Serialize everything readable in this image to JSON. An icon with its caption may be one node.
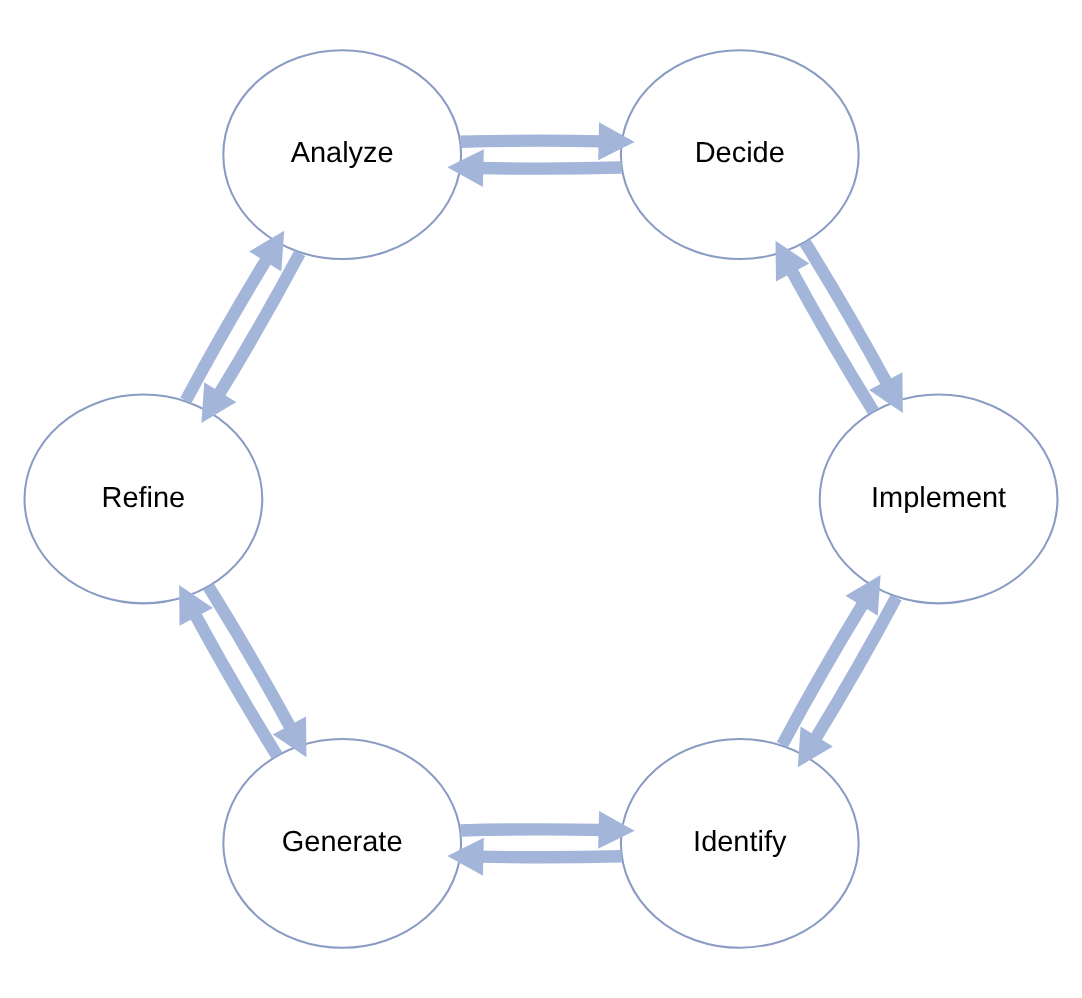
{
  "diagram": {
    "nodes": [
      {
        "text": [
          "Identify"
        ]
      },
      {
        "text": [
          "Generate"
        ]
      },
      {
        "text": [
          "Refine"
        ]
      },
      {
        "text": [
          "Analyze"
        ]
      },
      {
        "text": [
          "Decide"
        ]
      },
      {
        "text": [
          "Implement"
        ]
      }
    ],
    "edges": [
      {
        "from": 0,
        "to": 1,
        "arrow": "to"
      },
      {
        "from": 1,
        "to": 0,
        "arrow": "to"
      },
      {
        "from": 1,
        "to": 2,
        "arrow": "to"
      },
      {
        "from": 2,
        "to": 1,
        "arrow": "to"
      },
      {
        "from": 2,
        "to": 3,
        "arrow": "to"
      },
      {
        "from": 3,
        "to": 2,
        "arrow": "to"
      },
      {
        "from": 3,
        "to": 4,
        "arrow": "to"
      },
      {
        "from": 4,
        "to": 3,
        "arrow": "to"
      },
      {
        "from": 4,
        "to": 5,
        "arrow": "to"
      },
      {
        "from": 5,
        "to": 4,
        "arrow": "to"
      },
      {
        "from": 5,
        "to": 0,
        "arrow": "to"
      },
      {
        "from": 0,
        "to": 5,
        "arrow": "to"
      }
    ]
  }
}
